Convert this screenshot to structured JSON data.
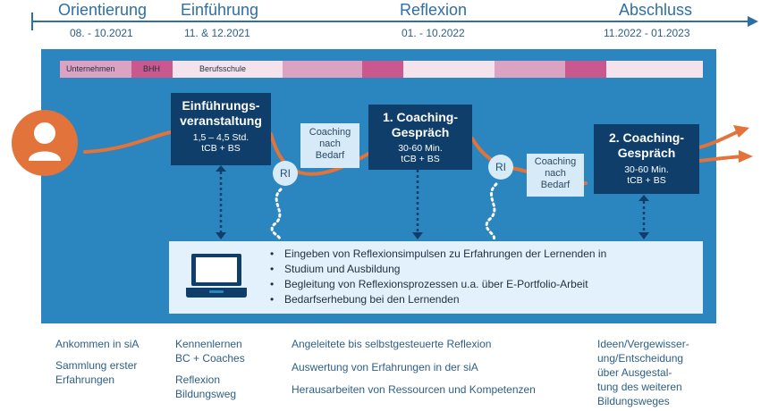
{
  "timeline": {
    "phases": [
      {
        "name": "Orientierung",
        "dates": "08. - 10.2021"
      },
      {
        "name": "Einführung",
        "dates": "11. & 12.2021"
      },
      {
        "name": "Reflexion",
        "dates": "01. - 10.2022"
      },
      {
        "name": "Abschluss",
        "dates": "11.2022 - 01.2023"
      }
    ]
  },
  "bar": {
    "segments": [
      {
        "label": "Unternehmen",
        "color": "#dba3c1"
      },
      {
        "label": "BHH",
        "color": "#c9588f"
      },
      {
        "label": "Berufsschule",
        "color": "#f4e3ec"
      },
      {
        "label": "",
        "color": "#dba3c1"
      },
      {
        "label": "",
        "color": "#c9588f"
      },
      {
        "label": "",
        "color": "#f4e3ec"
      },
      {
        "label": "",
        "color": "#dba3c1"
      },
      {
        "label": "",
        "color": "#c9588f"
      },
      {
        "label": "",
        "color": "#f4e3ec"
      }
    ]
  },
  "boxes": {
    "einfuehrung": {
      "title1": "Einführungs-",
      "title2": "veranstaltung",
      "line1": "1,5 – 4,5 Std.",
      "line2": "tCB + BS"
    },
    "coaching1": {
      "title1": "1. Coaching-",
      "title2": "Gespräch",
      "line1": "30-60 Min.",
      "line2": "tCB + BS"
    },
    "coaching2": {
      "title1": "2. Coaching-",
      "title2": "Gespräch",
      "line1": "30-60 Min.",
      "line2": "tCB + BS"
    },
    "bedarf1": {
      "l1": "Coaching",
      "l2": "nach",
      "l3": "Bedarf"
    },
    "bedarf2": {
      "l1": "Coaching",
      "l2": "nach",
      "l3": "Bedarf"
    },
    "ri_label": "RI"
  },
  "info": {
    "bullets": [
      "Eingeben von Reflexionsimpulsen zu Erfahrungen der Lernenden in",
      "Studium und Ausbildung",
      "Begleitung von Reflexionsprozessen u.a. über E-Portfolio-Arbeit",
      "Bedarfserhebung bei den Lernenden"
    ]
  },
  "bottom": {
    "col1": [
      "Ankommen in siA",
      "Sammlung erster",
      "Erfahrungen"
    ],
    "col2": [
      "Kennenlernen",
      "BC + Coaches",
      "Reflexion",
      "Bildungsweg"
    ],
    "col3": [
      "Angeleitete bis selbstgesteuerte Reflexion",
      "Auswertung von Erfahrungen in der siA",
      "Herausarbeiten von Ressourcen und Kompetenzen"
    ],
    "col4": [
      "Ideen/Vergewisser-",
      "ung/Entscheidung",
      "über Ausgestal-",
      "tung des weiteren",
      "Bildungsweges"
    ]
  },
  "colors": {
    "timeline": "#2e6fa4",
    "panel": "#2b86bf",
    "dark_box": "#0f3e6a",
    "light_box": "#d6eaf7",
    "path": "#e2733a",
    "avatar": "#e2733a"
  }
}
